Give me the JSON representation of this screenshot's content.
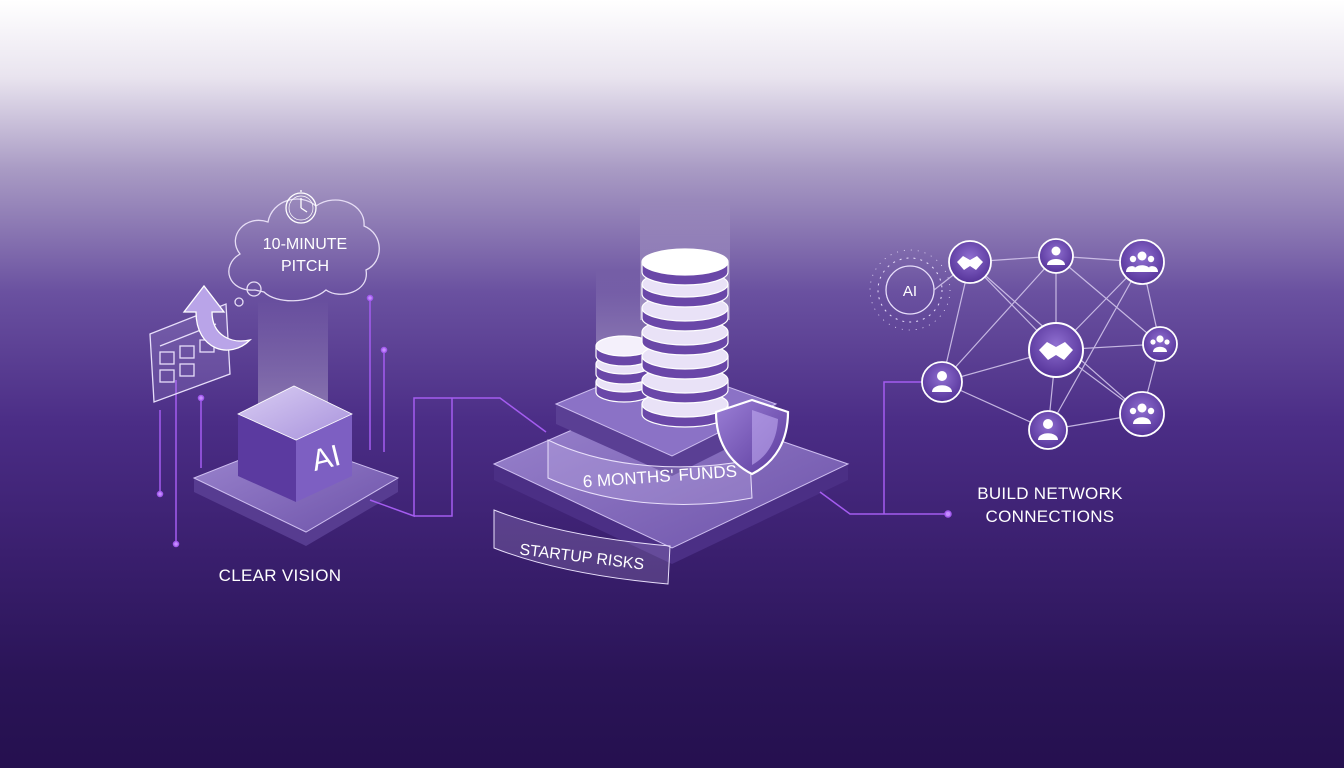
{
  "pitch_bubble": {
    "line1": "10-MINUTE",
    "line2": "PITCH"
  },
  "cube_label": "AI",
  "left_caption": "CLEAR VISION",
  "funds_label": "6 MONTHS' FUNDS",
  "risks_label": "STARTUP RISKS",
  "network_ai_label": "AI",
  "right_caption": {
    "line1": "BUILD NETWORK",
    "line2": "CONNECTIONS"
  },
  "colors": {
    "accent": "#a45cf0",
    "deep": "#3a1f6e",
    "node_fill": "#6a47a8",
    "line": "#cfc2ea"
  },
  "icons": [
    "clock-icon",
    "document-icon",
    "up-arrow-icon",
    "shield-icon",
    "handshake-icon",
    "person-icon",
    "group-icon",
    "coin-stack-icon"
  ]
}
